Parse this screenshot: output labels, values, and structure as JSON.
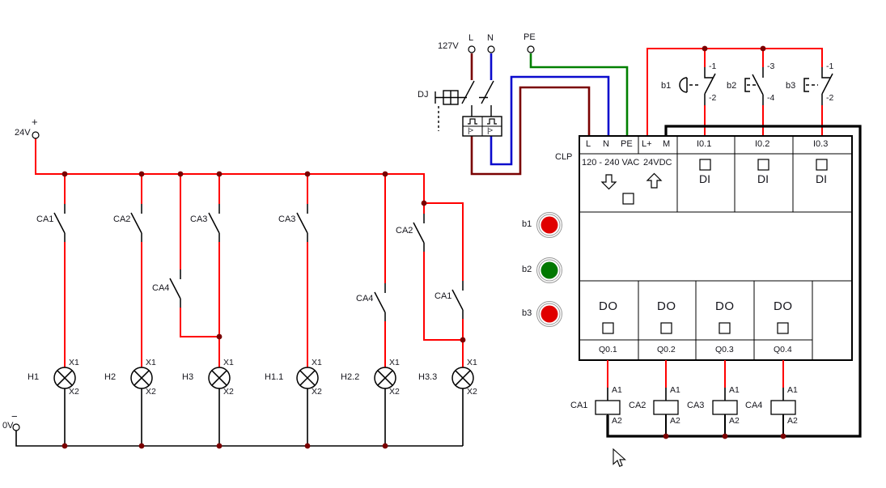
{
  "colors": {
    "control_wire": "#ff0000",
    "phase_wire": "#7a0101",
    "neutral_wire": "#0a0acd",
    "earth_wire": "#008000",
    "common_wire": "#000000",
    "junction_dot": "#7a0000",
    "indicator_red": "#e00000",
    "indicator_green": "#017801"
  },
  "supply": {
    "voltage": "127V",
    "terminals": [
      "L",
      "N",
      "PE"
    ],
    "breaker": {
      "label": "DJ",
      "trip_glyph": "|>"
    }
  },
  "dc": {
    "positive": {
      "label": "24V",
      "sign": "+"
    },
    "negative": {
      "label": "0V",
      "sign": "−"
    }
  },
  "ladder": {
    "contacts": [
      {
        "label": "CA1"
      },
      {
        "label": "CA2"
      },
      {
        "label": "CA3"
      },
      {
        "label": "CA3"
      },
      {
        "label": "CA2"
      },
      {
        "label": "CA4"
      },
      {
        "label": "CA4"
      },
      {
        "label": "CA1"
      }
    ],
    "lamps": [
      {
        "label": "H1",
        "t1": "X1",
        "t2": "X2"
      },
      {
        "label": "H2",
        "t1": "X1",
        "t2": "X2"
      },
      {
        "label": "H3",
        "t1": "X1",
        "t2": "X2"
      },
      {
        "label": "H1.1",
        "t1": "X1",
        "t2": "X2"
      },
      {
        "label": "H2.2",
        "t1": "X1",
        "t2": "X2"
      },
      {
        "label": "H3.3",
        "t1": "X1",
        "t2": "X2"
      }
    ]
  },
  "pushbuttons": [
    {
      "label": "b1",
      "t1": "-1",
      "t2": "-2"
    },
    {
      "label": "b2",
      "t1": "-3",
      "t2": "-4"
    },
    {
      "label": "b3",
      "t1": "-1",
      "t2": "-2"
    }
  ],
  "indicators": [
    {
      "label": "b1",
      "color": "#e00000"
    },
    {
      "label": "b2",
      "color": "#017801"
    },
    {
      "label": "b3",
      "color": "#e00000"
    }
  ],
  "plc": {
    "label": "CLP",
    "terminals": [
      "L",
      "N",
      "PE",
      "L+",
      "M"
    ],
    "ac_rating": "120 - 240 VAC",
    "dc_rating": "24VDC",
    "inputs": [
      {
        "id": "I0.1",
        "type": "DI"
      },
      {
        "id": "I0.2",
        "type": "DI"
      },
      {
        "id": "I0.3",
        "type": "DI"
      }
    ],
    "outputs": [
      {
        "id": "Q0.1",
        "type": "DO"
      },
      {
        "id": "Q0.2",
        "type": "DO"
      },
      {
        "id": "Q0.3",
        "type": "DO"
      },
      {
        "id": "Q0.4",
        "type": "DO"
      }
    ]
  },
  "coils": [
    {
      "label": "CA1",
      "t1": "A1",
      "t2": "A2"
    },
    {
      "label": "CA2",
      "t1": "A1",
      "t2": "A2"
    },
    {
      "label": "CA3",
      "t1": "A1",
      "t2": "A2"
    },
    {
      "label": "CA4",
      "t1": "A1",
      "t2": "A2"
    }
  ]
}
